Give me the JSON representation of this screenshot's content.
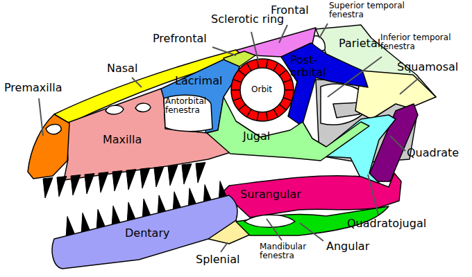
{
  "diagram": {
    "labels": [
      "Sclerotic ring",
      "Frontal",
      "Superior temporal fenestra",
      "Prefrontal",
      "Parietal",
      "Inferior temporal fenestra",
      "Nasal",
      "Premaxilla",
      "Post-orbital",
      "Squamosal",
      "Lacrimal",
      "Orbit",
      "Antorbital fenestra",
      "Maxilla",
      "Jugal",
      "Quadrate",
      "Surangular",
      "Dentary",
      "Quadratojugal",
      "Mandibular fenestra",
      "Angular",
      "Splenial"
    ]
  }
}
